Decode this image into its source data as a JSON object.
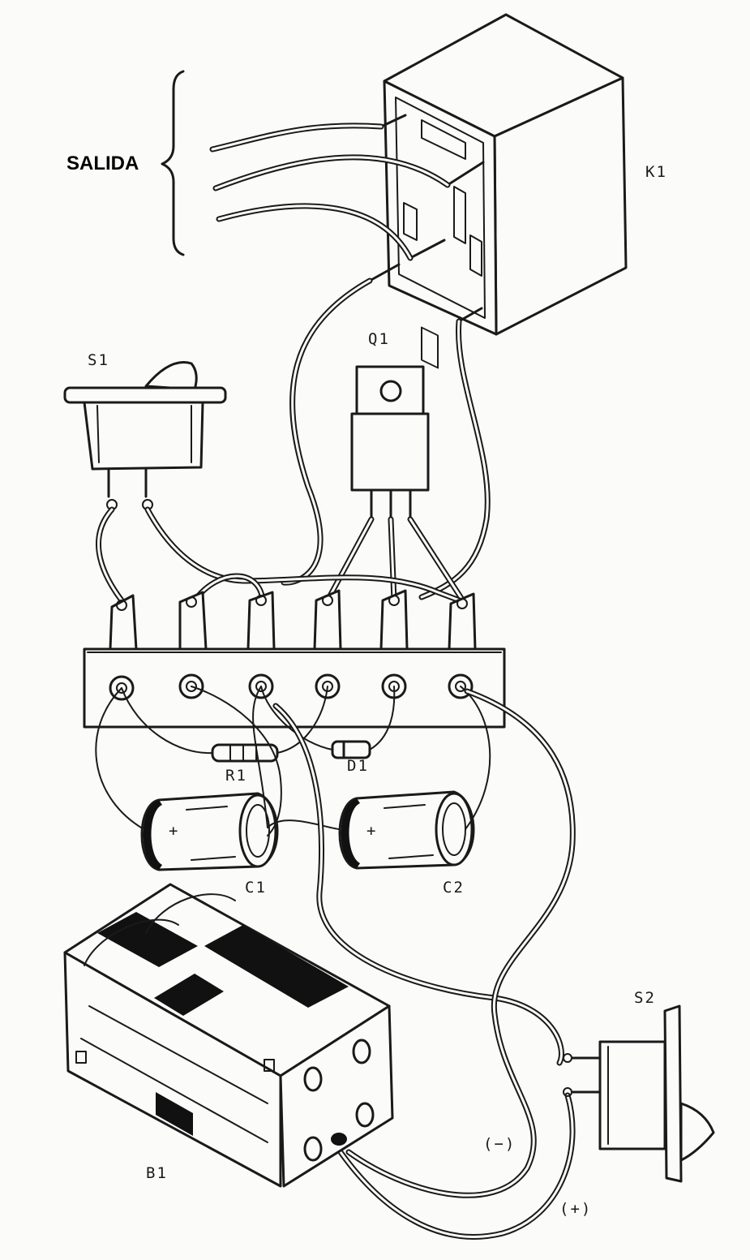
{
  "labels": {
    "output": "SALIDA",
    "relay": "K1",
    "transistor": "Q1",
    "switch1": "S1",
    "switch2": "S2",
    "resistor": "R1",
    "diode": "D1",
    "cap1": "C1",
    "cap2": "C2",
    "battery": "B1",
    "negative": "(−)",
    "positive": "(+)",
    "cap_plus": "+"
  }
}
